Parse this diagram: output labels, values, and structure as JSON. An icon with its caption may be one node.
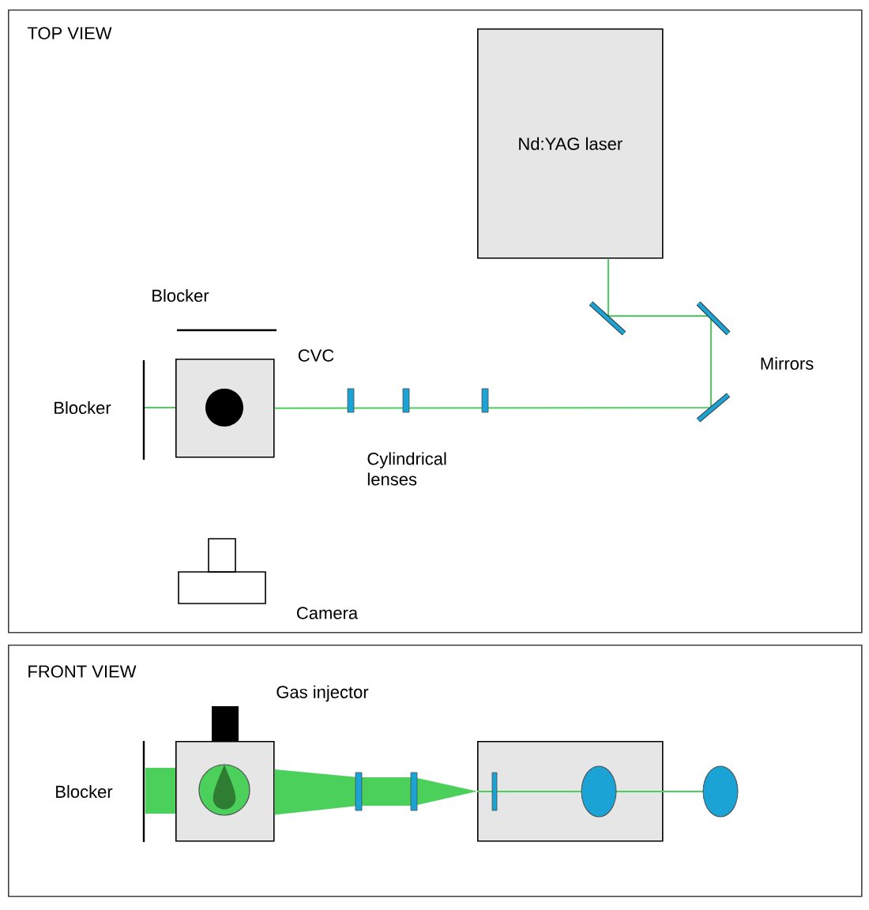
{
  "diagram": {
    "nodes": [
      {
        "text": [
          "TOP VIEW"
        ]
      },
      {
        "text": [
          "Nd:YAG laser"
        ],
        "in": 0
      },
      {
        "text": [
          "CVC"
        ],
        "in": 0
      },
      {
        "text": [
          "Camera"
        ],
        "in": 0
      },
      {
        "text": [
          "FRONT VIEW"
        ]
      },
      {
        "text": [],
        "shape": "box",
        "in": 4
      },
      {
        "text": [],
        "shape": "box",
        "in": 4
      }
    ],
    "edges": [
      {
        "from": 1,
        "to": 2,
        "arrow": "none"
      },
      {
        "from": 5,
        "to": 6,
        "arrow": "to"
      }
    ],
    "labels": [
      "Blocker",
      "Blocker",
      "Mirrors",
      "Cylindrical lenses",
      "Gas injector",
      "Blocker"
    ]
  }
}
